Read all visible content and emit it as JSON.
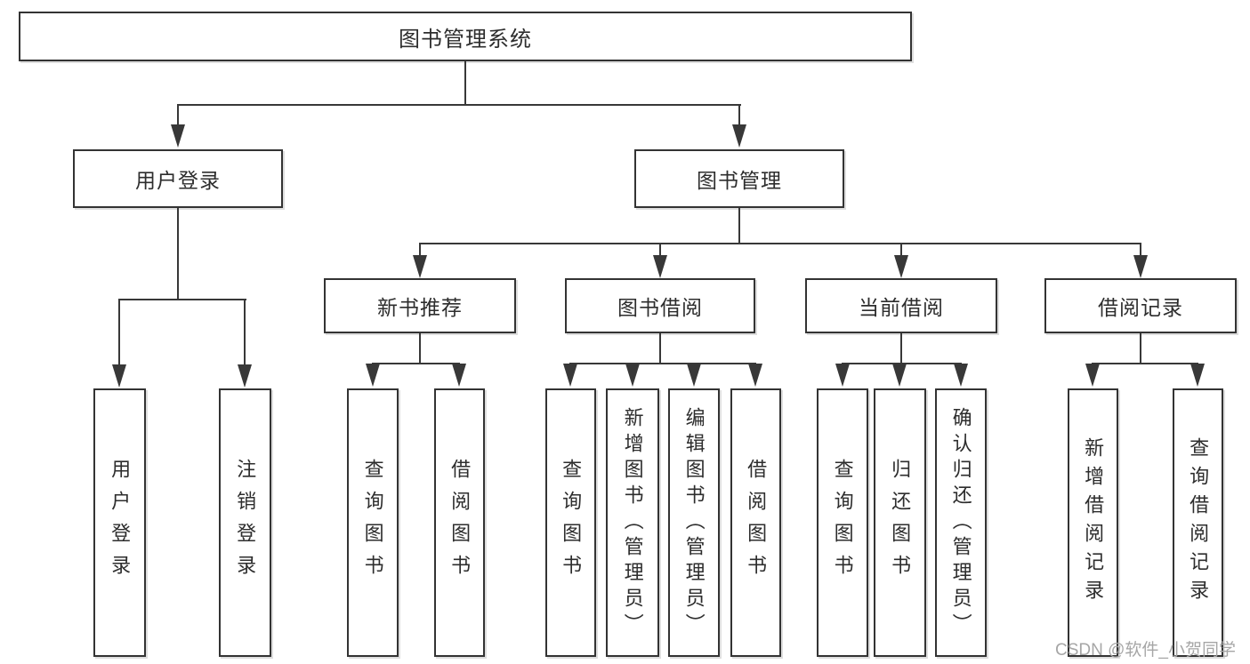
{
  "diagram_title": "图书管理系统",
  "colors": {
    "line": "#383838",
    "border": "#333333",
    "text": "#2d2d2d",
    "background": "#ffffff",
    "watermark": "#a6a6a6"
  },
  "nodes": {
    "root": "图书管理系统",
    "login": "用户登录",
    "mgmt": "图书管理",
    "login_children": [
      "用户登录",
      "注销登录"
    ],
    "mgmt_children": [
      "新书推荐",
      "图书借阅",
      "当前借阅",
      "借阅记录"
    ],
    "recommend_children": [
      "查询图书",
      "借阅图书"
    ],
    "borrow_children": [
      "查询图书",
      "新增图书（管理员）",
      "编辑图书（管理员）",
      "借阅图书"
    ],
    "current_children": [
      "查询图书",
      "归还图书",
      "确认归还（管理员）"
    ],
    "record_children": [
      "新增借阅记录",
      "查询借阅记录"
    ]
  },
  "watermark": "CSDN @软件_小贺同学"
}
